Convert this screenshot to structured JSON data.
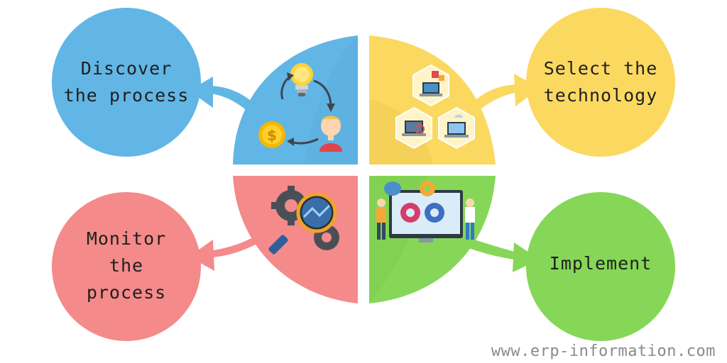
{
  "diagram": {
    "steps": [
      {
        "id": "discover",
        "lines": [
          "Discover",
          "the process"
        ],
        "color": "#62b6e5",
        "icon": "idea-cycle-icon"
      },
      {
        "id": "select",
        "lines": [
          "Select the",
          "technology"
        ],
        "color": "#fbd961",
        "icon": "technology-network-icon"
      },
      {
        "id": "monitor",
        "lines": [
          "Monitor",
          "the",
          "process"
        ],
        "color": "#f48a8a",
        "icon": "gear-magnifier-icon"
      },
      {
        "id": "implement",
        "lines": [
          "Implement"
        ],
        "color": "#86d757",
        "icon": "team-dashboard-icon"
      }
    ]
  },
  "watermark": "www.erp-information.com"
}
